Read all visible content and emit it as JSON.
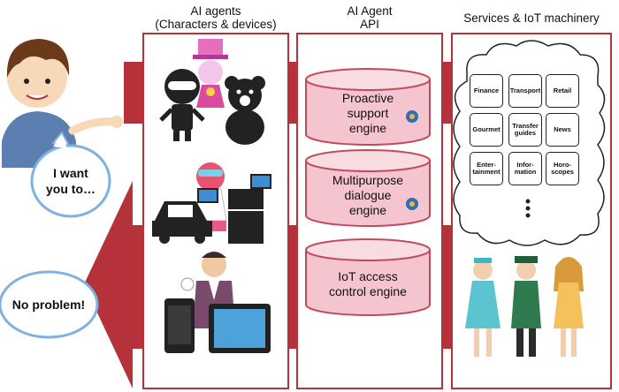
{
  "headers": {
    "agents_line1": "AI agents",
    "agents_line2": "(Characters & devices)",
    "api_line1": "AI Agent",
    "api_line2": "API",
    "services": "Services & IoT machinery"
  },
  "speech": {
    "request_line1": "I want",
    "request_line2": "you to…",
    "reply": "No problem!"
  },
  "engines": [
    {
      "line1": "Proactive",
      "line2": "support",
      "line3": "engine"
    },
    {
      "line1": "Multipurpose",
      "line2": "dialogue",
      "line3": "engine"
    },
    {
      "line1": "IoT access",
      "line2": "control engine",
      "line3": ""
    }
  ],
  "services": [
    {
      "line1": "Finance",
      "line2": ""
    },
    {
      "line1": "Transport",
      "line2": ""
    },
    {
      "line1": "Retail",
      "line2": ""
    },
    {
      "line1": "Gourmet",
      "line2": ""
    },
    {
      "line1": "Transfer",
      "line2": "guides"
    },
    {
      "line1": "News",
      "line2": ""
    },
    {
      "line1": "Enter-",
      "line2": "tainment"
    },
    {
      "line1": "Infor-",
      "line2": "mation"
    },
    {
      "line1": "Horo-",
      "line2": "scopes"
    }
  ],
  "colors": {
    "arrow": "#b5323a",
    "arrow_dark": "#8c1f26",
    "panel_border": "#b5323a",
    "bubble_border": "#7fb2e0"
  },
  "icons": [
    "user-avatar-icon",
    "robot-icon",
    "fairy-character-icon",
    "teddy-bear-icon",
    "anime-character-icon",
    "car-icon",
    "refrigerator-icon",
    "butler-character-icon",
    "smartphone-icon",
    "tablet-icon",
    "engine-logo-icon",
    "guide-character-icon",
    "station-staff-icon",
    "girl-character-icon"
  ]
}
